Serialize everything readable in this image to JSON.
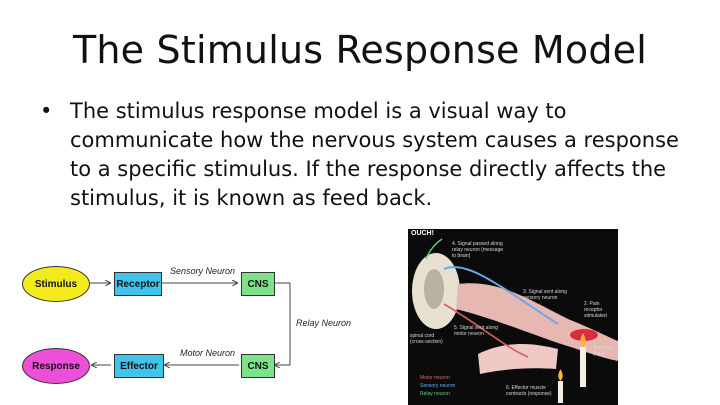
{
  "slide": {
    "title": "The Stimulus Response Model",
    "bullet_symbol": "•",
    "bullet_text": "The stimulus response model is a visual way to communicate how the nervous system causes a response to a specific stimulus. If the response directly affects the stimulus, it is known as feed back."
  },
  "diagram": {
    "stimulus": "Stimulus",
    "receptor": "Receptor",
    "cns_top": "CNS",
    "sensory_neuron": "Sensory Neuron",
    "relay_neuron": "Relay Neuron",
    "response": "Response",
    "effector": "Effector",
    "cns_bottom": "CNS",
    "motor_neuron": "Motor Neuron",
    "colors": {
      "stimulus_fill": "#f2ea1c",
      "response_fill": "#ee4fd8",
      "box_fill": "#3fc4ec",
      "cns_fill": "#7ee28a"
    }
  },
  "reflex_image": {
    "ouch": "OUCH!",
    "step4": "4. Signal passed along relay neuron (message to brain)",
    "step3": "3. Signal sent along sensory neuron",
    "step2": "2. Pain receptor stimulated",
    "step1": "1. Stimulus (heat)",
    "step5": "5. Signal sent along motor neuron",
    "spinal_cord": "spinal cord (cross-section)",
    "step6": "6. Effector muscle contracts (response)",
    "legend_motor": "Motor neuron",
    "legend_sensory": "Sensory neuron",
    "legend_relay": "Relay neuron"
  }
}
